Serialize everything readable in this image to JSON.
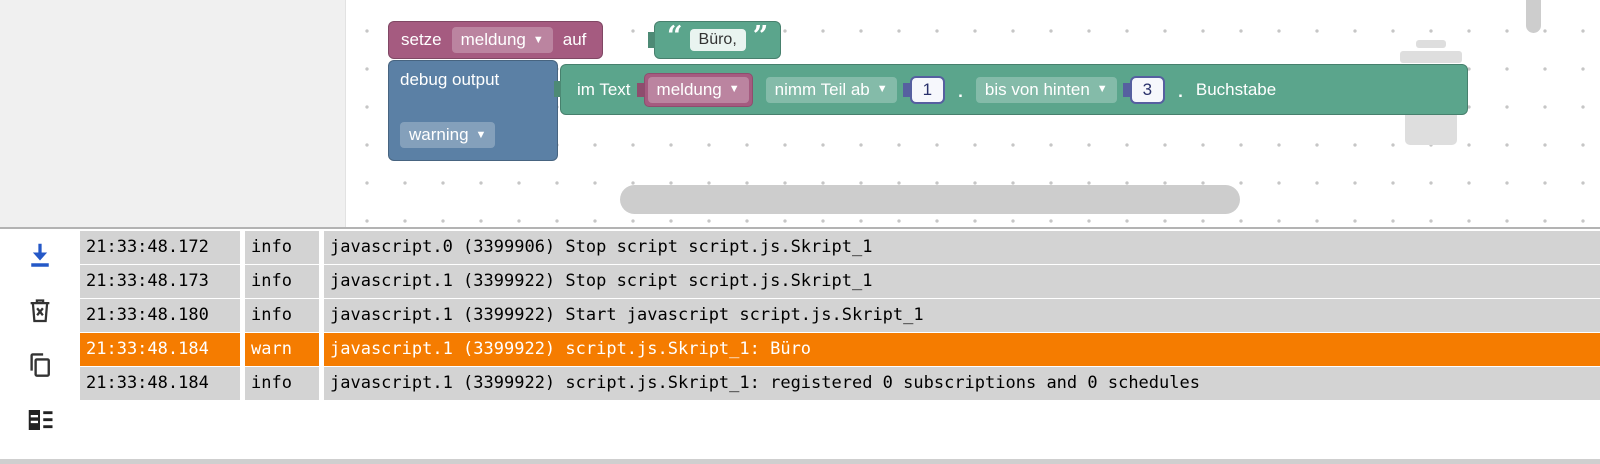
{
  "workspace": {
    "ui": {
      "dropdown_arrow": "▼"
    },
    "blocks": {
      "set_var": {
        "label_set": "setze",
        "variable": "meldung",
        "label_to": "auf"
      },
      "text": {
        "open_quote": "“",
        "value": "Büro,",
        "close_quote": "”"
      },
      "debug": {
        "label": "debug output",
        "level": "warning"
      },
      "substring": {
        "label_in_text": "im Text",
        "variable": "meldung",
        "from_label": "nimm Teil ab",
        "from_value": "1",
        "dot_after_from": ".",
        "to_label": "bis von hinten",
        "to_value": "3",
        "dot_after_to": ".",
        "tail_label": "Buchstabe"
      }
    }
  },
  "log": {
    "rows": [
      {
        "time": "21:33:48.172",
        "level": "info",
        "message": "javascript.0 (3399906) Stop script script.js.Skript_1"
      },
      {
        "time": "21:33:48.173",
        "level": "info",
        "message": "javascript.1 (3399922) Stop script script.js.Skript_1"
      },
      {
        "time": "21:33:48.180",
        "level": "info",
        "message": "javascript.1 (3399922) Start javascript script.js.Skript_1"
      },
      {
        "time": "21:33:48.184",
        "level": "warn",
        "message": "javascript.1 (3399922) script.js.Skript_1: Büro"
      },
      {
        "time": "21:33:48.184",
        "level": "info",
        "message": "javascript.1 (3399922) script.js.Skript_1: registered 0 subscriptions and 0 schedules"
      }
    ]
  },
  "colors": {
    "variable_block": "#a55b80",
    "text_block": "#5ba58c",
    "action_block": "#5b80a5",
    "number_block_border": "#565fa0",
    "warn_row": "#f57c00",
    "info_row": "#d3d3d3",
    "download_icon": "#2458c7"
  }
}
